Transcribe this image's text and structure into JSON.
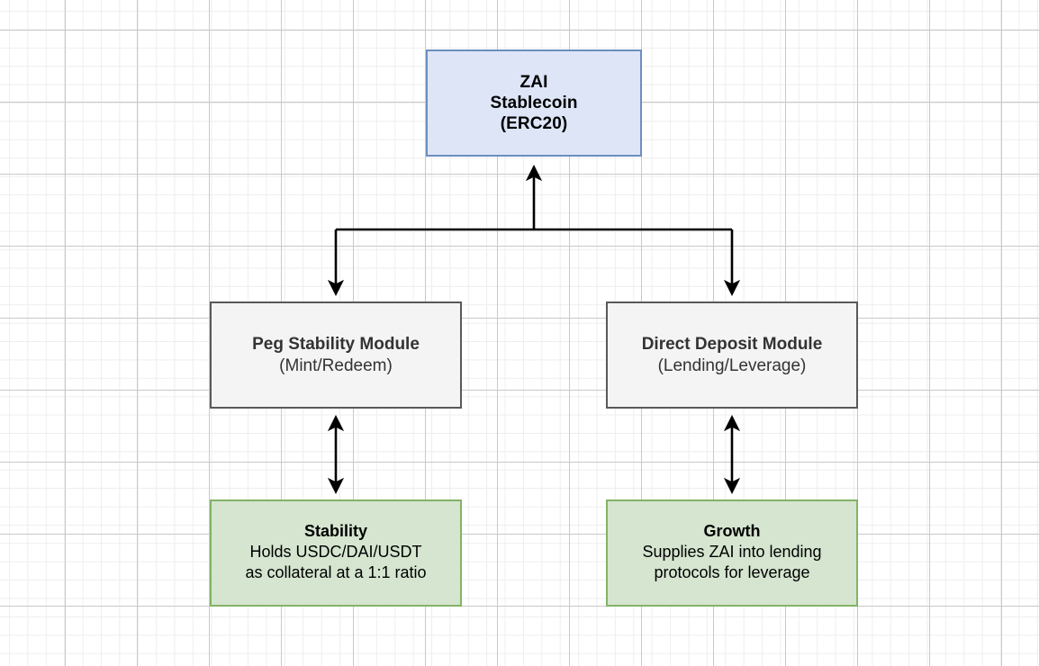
{
  "diagram": {
    "type": "flowchart",
    "background": "grid-canvas",
    "colors": {
      "blue_fill": "#dde5f7",
      "blue_stroke": "#6c8ebf",
      "gray_fill": "#f4f4f4",
      "gray_stroke": "#595959",
      "green_fill": "#d5e5d0",
      "green_stroke": "#82b366",
      "connector": "#000000",
      "grid_major": "#c9c9c9",
      "grid_minor": "#eeeeee"
    },
    "nodes": {
      "zai": {
        "line1": "ZAI",
        "line2": "Stablecoin",
        "line3": "(ERC20)"
      },
      "peg_stability_module": {
        "title": "Peg Stability Module",
        "subtitle": "(Mint/Redeem)"
      },
      "direct_deposit_module": {
        "title": "Direct Deposit Module",
        "subtitle": "(Lending/Leverage)"
      },
      "stability": {
        "title": "Stability",
        "line1": "Holds USDC/DAI/USDT",
        "line2": "as collateral at a 1:1 ratio"
      },
      "growth": {
        "title": "Growth",
        "line1": "Supplies ZAI into lending",
        "line2": "protocols for leverage"
      }
    },
    "connectors": [
      {
        "name": "psm-to-zai",
        "from": "peg_stability_module",
        "to": "zai",
        "direction": "up",
        "style": "orthogonal"
      },
      {
        "name": "zai-to-ddm",
        "from": "zai",
        "to": "direct_deposit_module",
        "direction": "down",
        "style": "orthogonal"
      },
      {
        "name": "psm-to-stability",
        "from": "peg_stability_module",
        "to": "stability",
        "direction": "bidirectional",
        "style": "straight"
      },
      {
        "name": "ddm-to-growth",
        "from": "direct_deposit_module",
        "to": "growth",
        "direction": "bidirectional",
        "style": "straight"
      }
    ]
  }
}
